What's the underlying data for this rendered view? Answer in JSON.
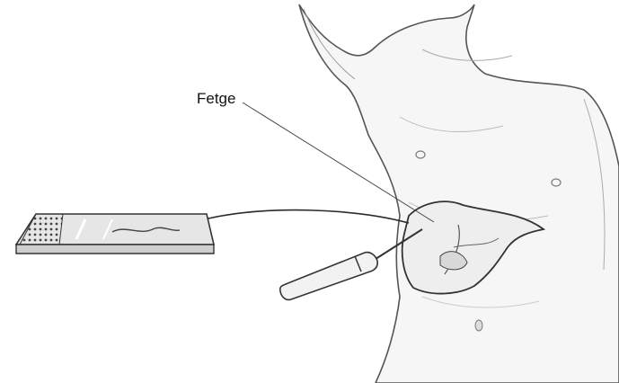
{
  "diagram": {
    "labels": {
      "organ": "Fetge"
    },
    "parts": [
      "human-torso",
      "liver",
      "biopsy-needle",
      "microscope-slide",
      "tissue-sample",
      "transfer-arrow"
    ],
    "colors": {
      "ink": "#2b2b2b",
      "skin_fill": "#f6f6f6",
      "liver_fill": "#eeeeee",
      "slide_fill": "#e6e6e6"
    }
  }
}
